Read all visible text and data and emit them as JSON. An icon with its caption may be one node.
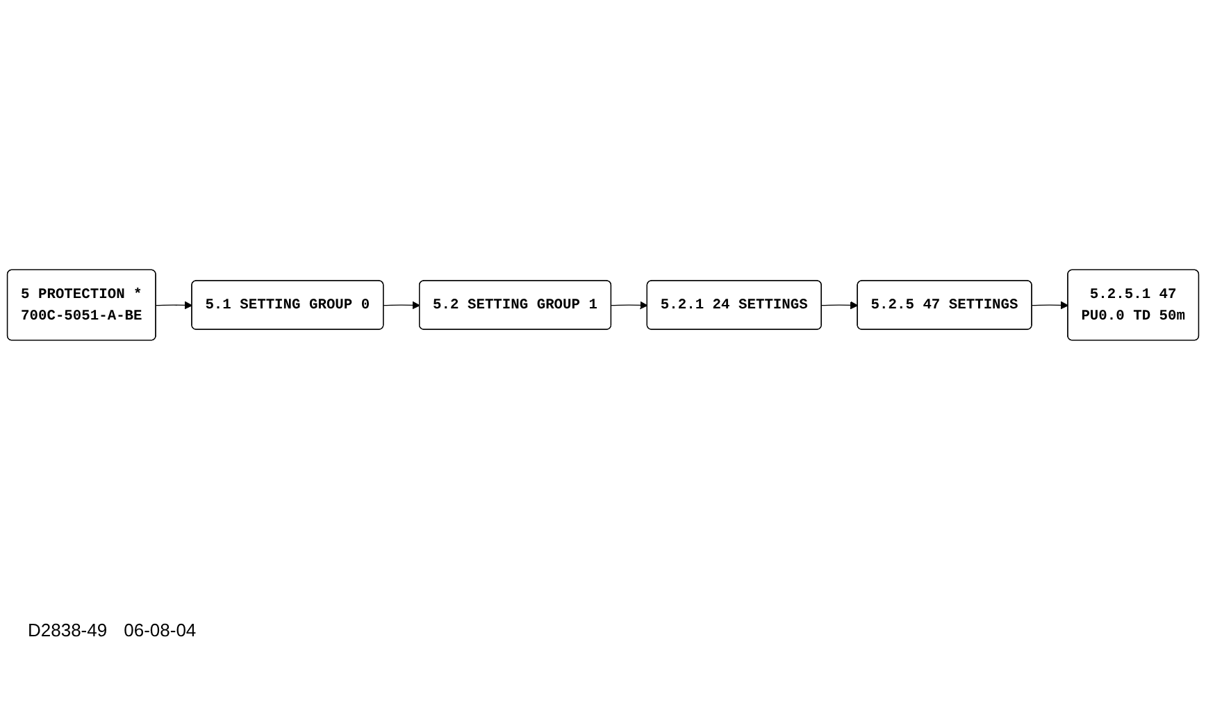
{
  "diagram": {
    "nodes": [
      {
        "text": [
          "5 PROTECTION *",
          "700C-5051-A-BE"
        ]
      },
      {
        "text": [
          "5.1 SETTING GROUP 0"
        ]
      },
      {
        "text": [
          "5.2 SETTING GROUP 1"
        ]
      },
      {
        "text": [
          "5.2.1 24 SETTINGS"
        ]
      },
      {
        "text": [
          "5.2.5 47 SETTINGS"
        ]
      },
      {
        "text": [
          "5.2.5.1 47",
          "PU0.0 TD 50m"
        ]
      }
    ],
    "edges": [
      {
        "from": 0,
        "to": 1,
        "arrow": "to"
      },
      {
        "from": 1,
        "to": 2,
        "arrow": "to"
      },
      {
        "from": 2,
        "to": 3,
        "arrow": "to"
      },
      {
        "from": 3,
        "to": 4,
        "arrow": "to"
      },
      {
        "from": 4,
        "to": 5,
        "arrow": "to"
      }
    ],
    "labels": [
      "D2838-49",
      "06-08-04"
    ]
  }
}
